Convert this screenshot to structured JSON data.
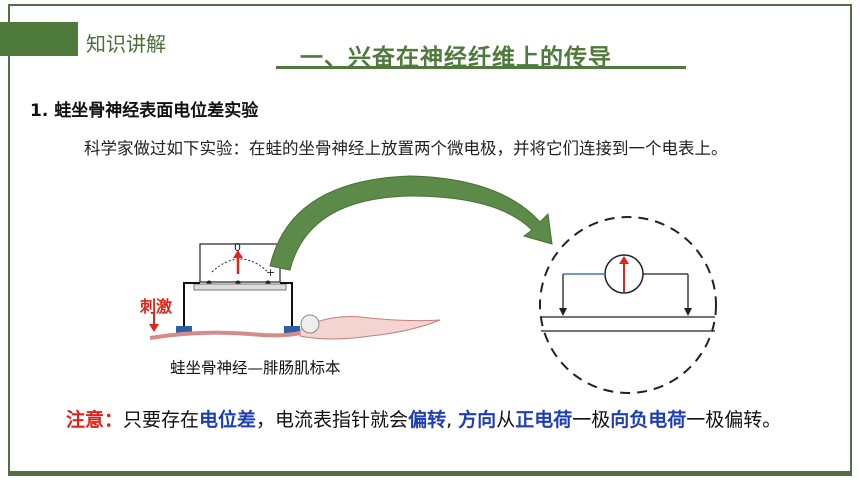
{
  "header": {
    "section_tag": "知识讲解",
    "title": "一、兴奋在神经纤维上的传导"
  },
  "content": {
    "heading": "1. 蛙坐骨神经表面电位差实验",
    "paragraph": "科学家做过如下实验：在蛙的坐骨神经上放置两个微电极，并将它们连接到一个电表上。",
    "figure": {
      "stimulus_label": "刺激",
      "caption": "蛙坐骨神经—腓肠肌标本",
      "zero": "0",
      "plus": "+"
    },
    "note": {
      "p1": "注意：",
      "p2": "只要存在",
      "p3": "电位差",
      "p4": "，电流表指针就会",
      "p5": "偏转",
      "p6": ", ",
      "p7": "方向",
      "p8": "从",
      "p9": "正电荷",
      "p10": "一极",
      "p11": "向负电荷",
      "p12": "一极偏转。"
    }
  },
  "colors": {
    "accent": "#4e7a3b",
    "red": "#e2231a",
    "blue": "#1e3fb4"
  }
}
